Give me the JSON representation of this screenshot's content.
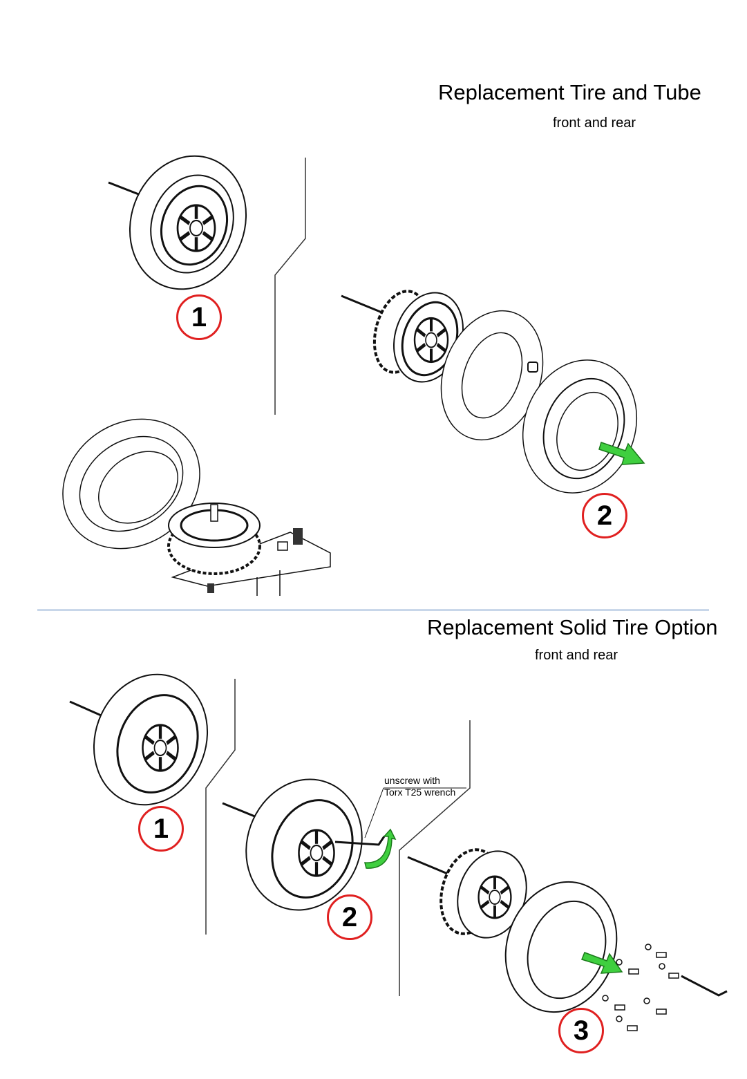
{
  "section1": {
    "title": "Replacement Tire and Tube",
    "subtitle": "front and rear",
    "steps": [
      "1",
      "2"
    ]
  },
  "section2": {
    "title": "Replacement Solid Tire Option",
    "subtitle": "front and rear",
    "steps": [
      "1",
      "2",
      "3"
    ],
    "note_line1": "unscrew with",
    "note_line2": "Torx T25 wrench"
  },
  "colors": {
    "step_ring": "#e02020",
    "arrow": "#3fcf3f",
    "divider": "#3b6fb0"
  }
}
